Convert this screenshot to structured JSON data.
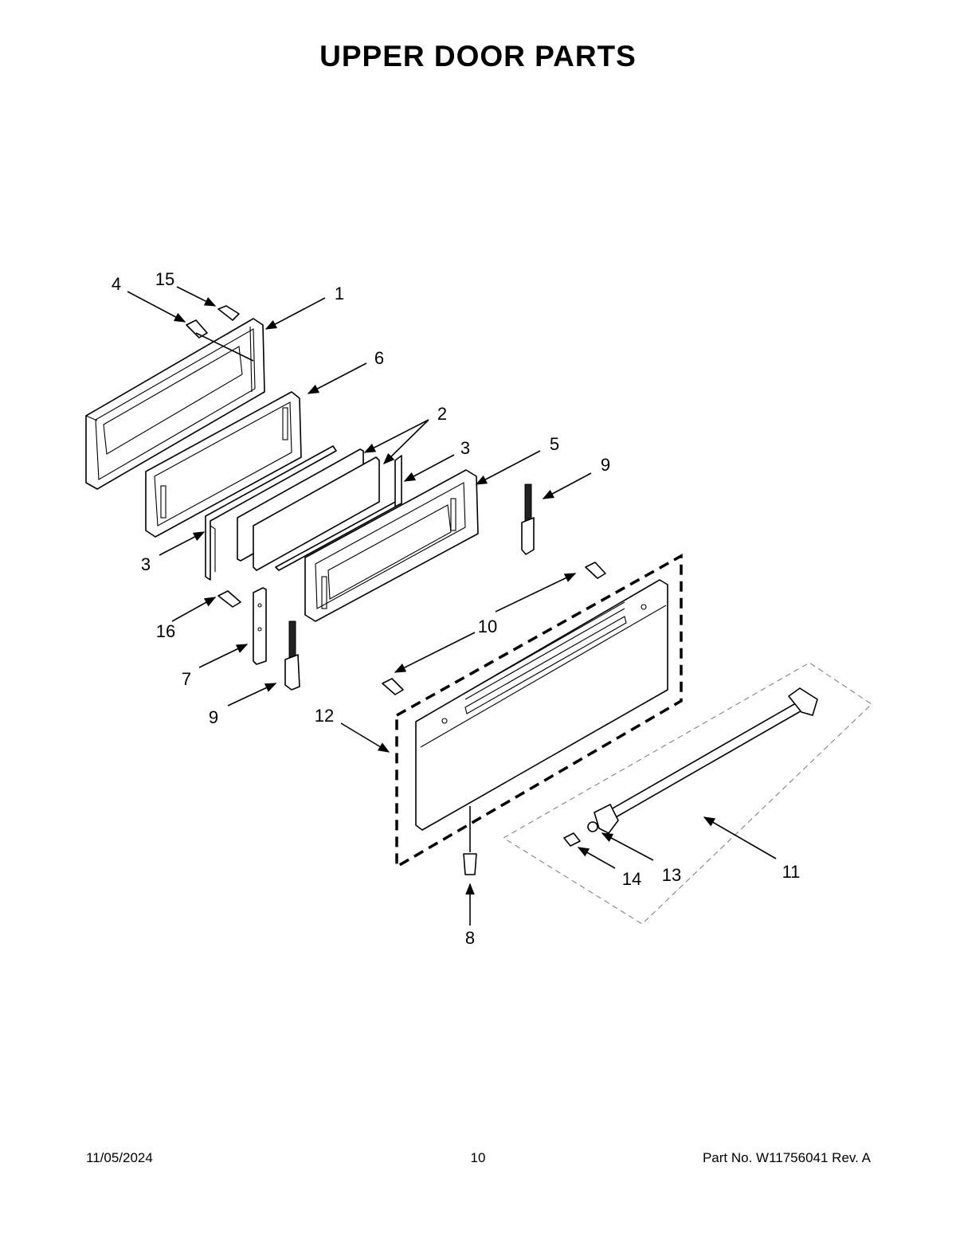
{
  "title": "UPPER DOOR PARTS",
  "footer": {
    "date": "11/05/2024",
    "page": "10",
    "part_no": "Part No.  W11756041   Rev.  A"
  },
  "callouts": {
    "c1": "1",
    "c2": "2",
    "c3a": "3",
    "c3b": "3",
    "c4": "4",
    "c5": "5",
    "c6": "6",
    "c7": "7",
    "c8": "8",
    "c9a": "9",
    "c9b": "9",
    "c10": "10",
    "c11": "11",
    "c12": "12",
    "c13": "13",
    "c14": "14",
    "c15": "15",
    "c16": "16"
  }
}
